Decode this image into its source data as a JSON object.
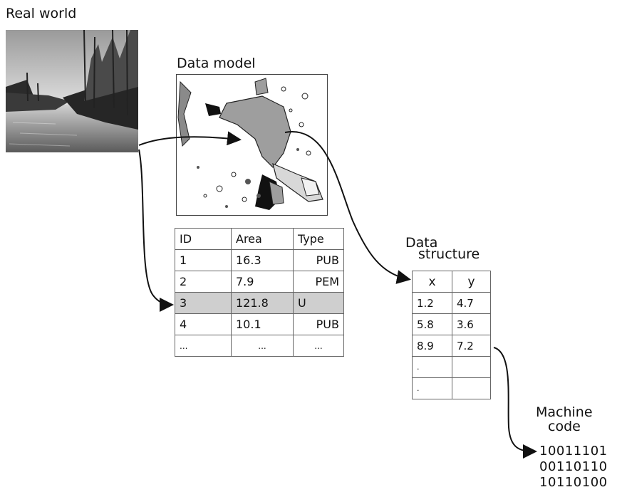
{
  "labels": {
    "real_world": "Real world",
    "data_model": "Data model",
    "data_structure_line1": "Data",
    "data_structure_line2": "structure",
    "machine_code_line1": "Machine",
    "machine_code_line2": "code"
  },
  "attribute_table": {
    "headers": [
      "ID",
      "Area",
      "Type"
    ],
    "rows": [
      [
        "1",
        "16.3",
        "PUB"
      ],
      [
        "2",
        "7.9",
        "PEM"
      ],
      [
        "3",
        "121.8",
        "U"
      ],
      [
        "4",
        "10.1",
        "PUB"
      ],
      [
        "...",
        "...",
        "..."
      ]
    ],
    "highlight_row": 3,
    "highlight_color": "#cfcfcf"
  },
  "data_structure_table": {
    "headers": [
      "x",
      "y"
    ],
    "rows": [
      [
        "1.2",
        "4.7"
      ],
      [
        "5.8",
        "3.6"
      ],
      [
        "8.9",
        "7.2"
      ],
      [
        ".",
        ""
      ],
      [
        ".",
        ""
      ]
    ]
  },
  "machine_code": [
    "10011101",
    "00110110",
    "10110100"
  ],
  "icons": [
    "photo-swamp",
    "map-polygons",
    "flow-arrow"
  ]
}
